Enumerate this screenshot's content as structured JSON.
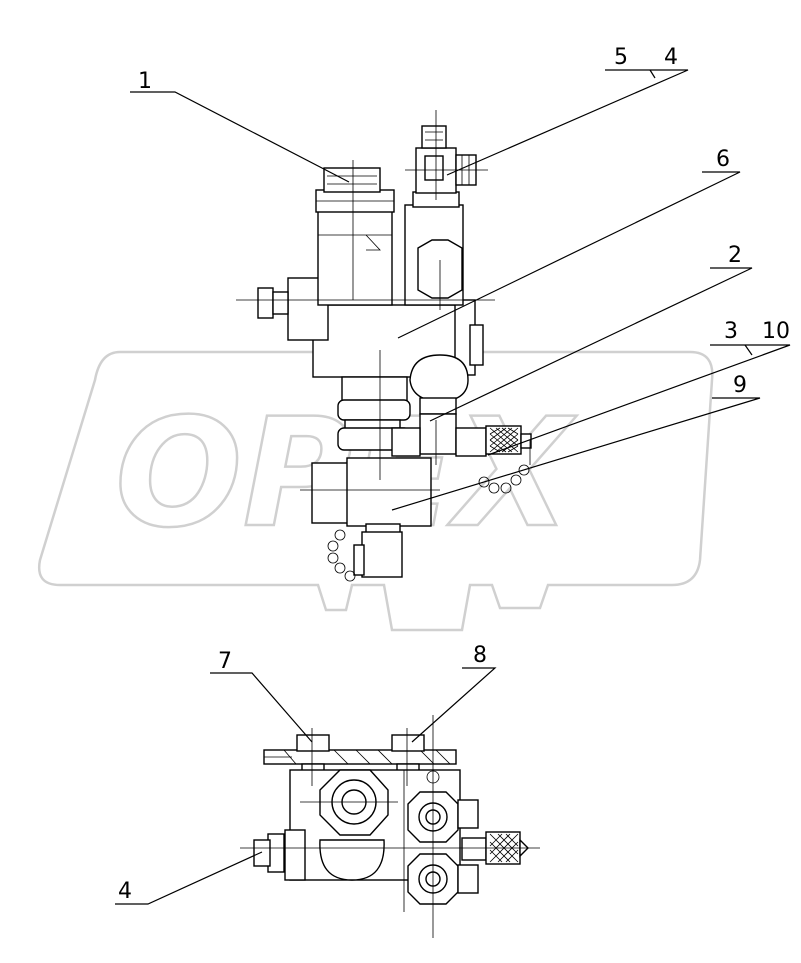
{
  "watermark": {
    "text": "OPEX"
  },
  "corner_mark": "",
  "callouts": {
    "c1": "1",
    "c5": "5",
    "c4_top": "4",
    "c6": "6",
    "c2": "2",
    "c3": "3",
    "c10": "10",
    "c9": "9",
    "c7": "7",
    "c8": "8",
    "c4_bottom": "4"
  }
}
